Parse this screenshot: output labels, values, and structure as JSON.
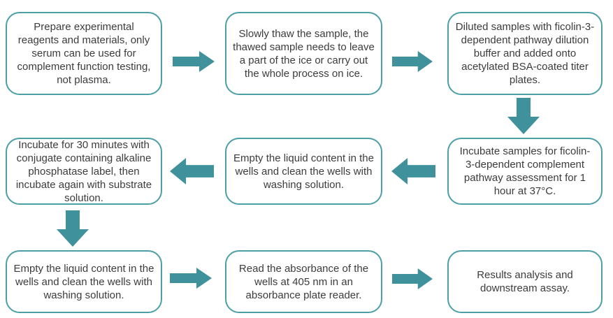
{
  "diagram": {
    "type": "flowchart",
    "description": "Ficolin-3-dependent complement pathway assay workflow",
    "steps": [
      {
        "id": 1,
        "text": "Prepare experimental reagents and materials, only serum can be used for complement function testing, not plasma."
      },
      {
        "id": 2,
        "text": "Slowly thaw the sample, the thawed sample needs to leave a part of the ice or carry out the whole process on ice."
      },
      {
        "id": 3,
        "text": "Diluted samples with ficolin-3-dependent pathway dilution buffer and added onto acetylated BSA-coated titer plates."
      },
      {
        "id": 4,
        "text": "Incubate samples for ficolin-3-dependent complement pathway assessment for 1 hour at 37°C."
      },
      {
        "id": 5,
        "text": "Empty the liquid content in the wells and clean the wells with washing solution."
      },
      {
        "id": 6,
        "text": "Incubate for 30 minutes with conjugate containing alkaline phosphatase label, then incubate again with substrate solution."
      },
      {
        "id": 7,
        "text": "Empty the liquid content in the wells and clean the wells with washing solution."
      },
      {
        "id": 8,
        "text": "Read the absorbance of the wells at 405 nm in an absorbance plate reader."
      },
      {
        "id": 9,
        "text": "Results analysis and downstream assay."
      }
    ],
    "connections": [
      {
        "from": 1,
        "to": 2,
        "direction": "right"
      },
      {
        "from": 2,
        "to": 3,
        "direction": "right"
      },
      {
        "from": 3,
        "to": 4,
        "direction": "down"
      },
      {
        "from": 4,
        "to": 5,
        "direction": "left"
      },
      {
        "from": 5,
        "to": 6,
        "direction": "left"
      },
      {
        "from": 6,
        "to": 7,
        "direction": "down"
      },
      {
        "from": 7,
        "to": 8,
        "direction": "right"
      },
      {
        "from": 8,
        "to": 9,
        "direction": "right"
      }
    ]
  },
  "colors": {
    "arrow": "#3F929B",
    "box_border": "#4D9FA6",
    "text": "#3C3C3C",
    "background": "#FFFFFF"
  }
}
